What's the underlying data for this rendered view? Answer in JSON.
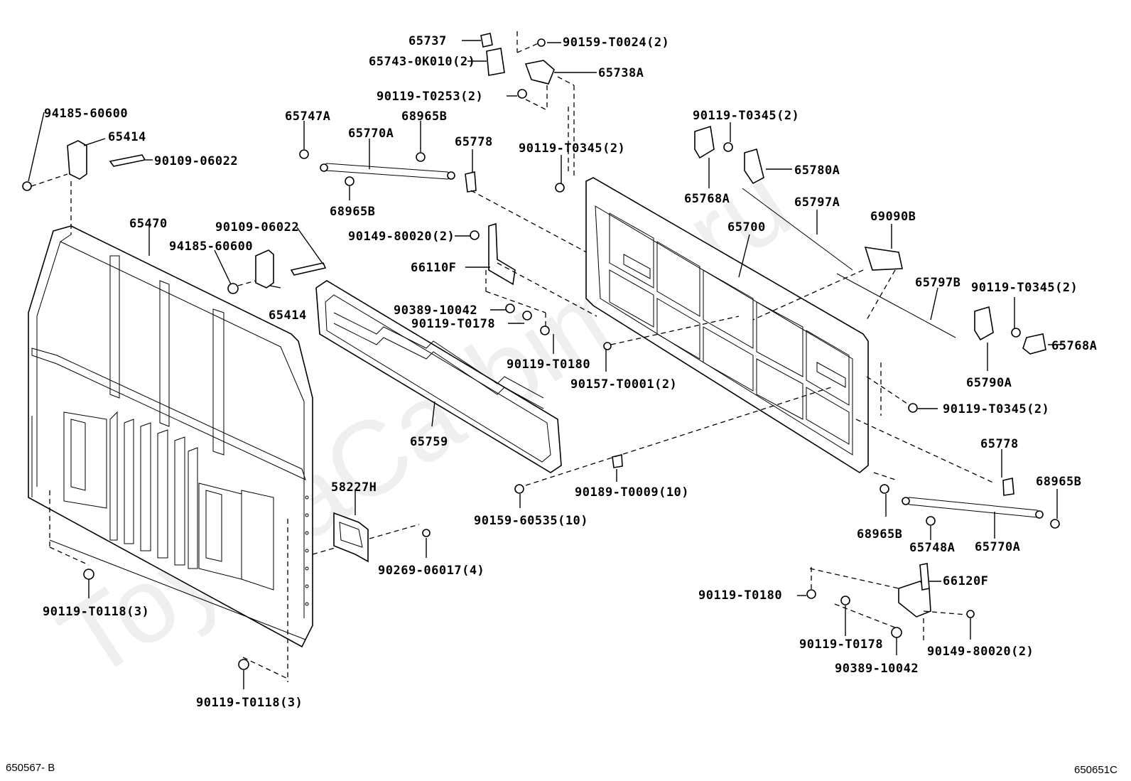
{
  "watermark": "ToyotaCarbime.ru",
  "codes": {
    "left": "650567- B",
    "right": "650651C"
  },
  "labels": {
    "p65737": "65737",
    "p65743": "65743-0K010(2)",
    "p90159_T0024": "90159-T0024(2)",
    "p65738A": "65738A",
    "p90119_T0253": "90119-T0253(2)",
    "p94185_a": "94185-60600",
    "p65414_a": "65414",
    "p90109_a": "90109-06022",
    "p65747A": "65747A",
    "p68965B_a": "68965B",
    "p65770A_a": "65770A",
    "p65778_a": "65778",
    "p90119_T0345_a": "90119-T0345(2)",
    "p90119_T0345_b": "90119-T0345(2)",
    "p68965B_b": "68965B",
    "p65780A": "65780A",
    "p65768A_a": "65768A",
    "p65797A": "65797A",
    "p69090B": "69090B",
    "p65470": "65470",
    "p90109_b": "90109-06022",
    "p94185_b": "94185-60600",
    "p65414_b": "65414",
    "p90149_a": "90149-80020(2)",
    "p66110F": "66110F",
    "p65700": "65700",
    "p65797B": "65797B",
    "p90119_T0345_c": "90119-T0345(2)",
    "p90389_a": "90389-10042",
    "p90119_T0178_a": "90119-T0178",
    "p65768A_b": "65768A",
    "p90119_T0180_a": "90119-T0180",
    "p90157": "90157-T0001(2)",
    "p65790A": "65790A",
    "p90119_T0345_d": "90119-T0345(2)",
    "p65759": "65759",
    "p65778_b": "65778",
    "p68965B_c": "68965B",
    "p58227H": "58227H",
    "p90189": "90189-T0009(10)",
    "p90159_60535": "90159-60535(10)",
    "p68965B_d": "68965B",
    "p65748A": "65748A",
    "p65770A_b": "65770A",
    "p90269": "90269-06017(4)",
    "p90119_T0118_a": "90119-T0118(3)",
    "p66120F": "66120F",
    "p90119_T0180_b": "90119-T0180",
    "p90119_T0178_b": "90119-T0178",
    "p90149_b": "90149-80020(2)",
    "p90389_b": "90389-10042",
    "p90119_T0118_b": "90119-T0118(3)"
  }
}
